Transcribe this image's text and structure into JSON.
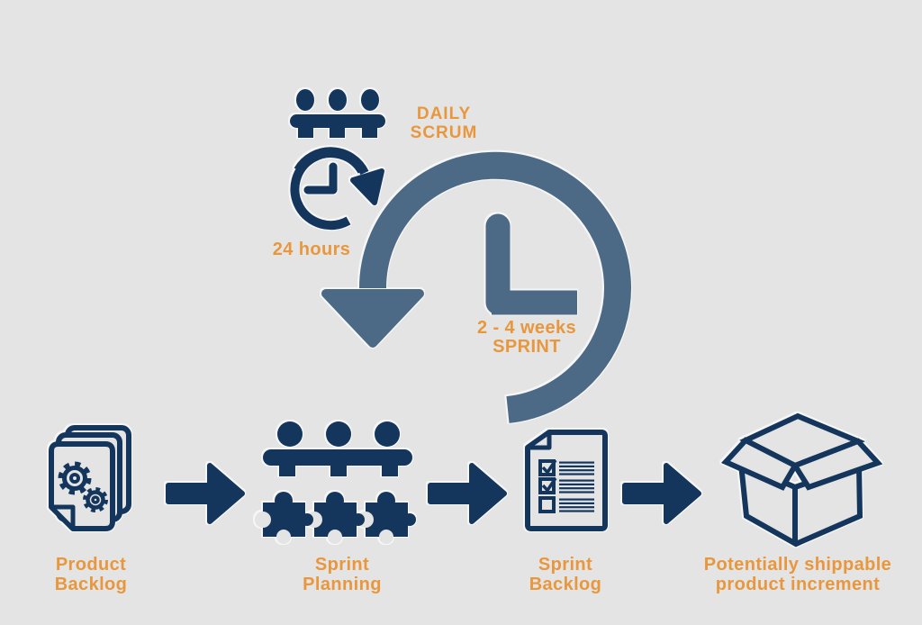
{
  "diagram": {
    "cycle": {
      "daily_scrum_label": "DAILY\nSCRUM",
      "daily_duration_label": "24 hours",
      "sprint_duration_label": "2 - 4 weeks\nSPRINT"
    },
    "steps": [
      {
        "label": "Product\nBacklog",
        "icon": "stacked-documents-gears-icon"
      },
      {
        "label": "Sprint\nPlanning",
        "icon": "people-table-puzzle-icon"
      },
      {
        "label": "Sprint\nBacklog",
        "icon": "checklist-document-icon"
      },
      {
        "label": "Potentially shippable\nproduct increment",
        "icon": "open-shipping-box-icon"
      }
    ],
    "icons": {
      "daily_meeting": "people-at-table-icon",
      "daily_cycle": "clock-refresh-arrow-icon",
      "sprint_cycle": "circular-arrow-clock-icon",
      "flow": "right-arrow-icon"
    },
    "colors": {
      "navy": "#14365C",
      "steel_blue": "#4C6A86",
      "orange": "#E8973C",
      "background": "#E4E4E5"
    }
  }
}
